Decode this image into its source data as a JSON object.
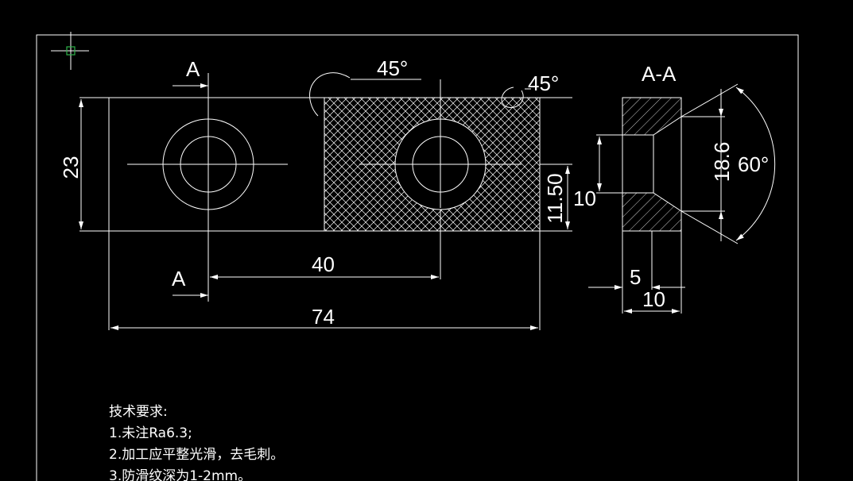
{
  "section_marks": {
    "top": "A",
    "bottom": "A"
  },
  "section_view_title": "A-A",
  "dimensions": {
    "height": "23",
    "angle_left": "45°",
    "angle_right": "45°",
    "partial_height": "11.50",
    "hole_spacing": "40",
    "overall_length": "74",
    "section_hole": "10",
    "section_outer": "18.6",
    "countersink_angle": "60°",
    "section_step": "5",
    "section_width": "10"
  },
  "technical_requirements": {
    "heading": "技术要求:",
    "items": [
      "1.未注Ra6.3;",
      "2.加工应平整光滑，去毛刺。",
      "3.防滑纹深为1-2mm。"
    ]
  },
  "colors": {
    "background": "#000000",
    "line": "#ffffff",
    "cursor": "#2fb34a"
  }
}
